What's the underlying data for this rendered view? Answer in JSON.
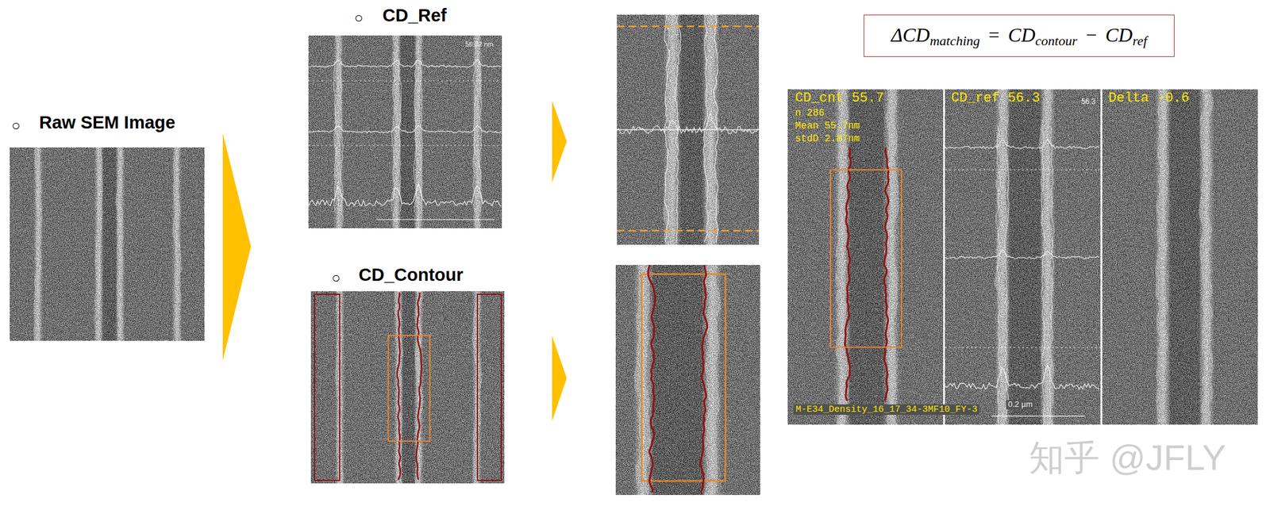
{
  "diagram": {
    "nodes": [
      {
        "text": [
          "Raw SEM Image"
        ]
      },
      {
        "text": [
          "CD_Ref",
          "56.32 nm"
        ]
      },
      {
        "text": [
          "CD_Contour"
        ]
      },
      {
        "text": [
          "ΔCD",
          "matching",
          "=",
          "CD",
          "contour",
          "−",
          "CD",
          "ref"
        ]
      },
      {
        "text": [
          "CD_cnt 55.7",
          "n 286",
          "Mean 55.7nm",
          "stdD 2.87nm"
        ]
      },
      {
        "text": [
          "CD_ref 56.3",
          "56.3",
          "0.2 µm"
        ]
      },
      {
        "text": [
          "Delta -0.6"
        ]
      }
    ],
    "labels": [
      "○",
      "○",
      "○",
      "M-E34_Density_16_17_34-3MF10_FY-3",
      "知乎 @JFLY"
    ]
  }
}
